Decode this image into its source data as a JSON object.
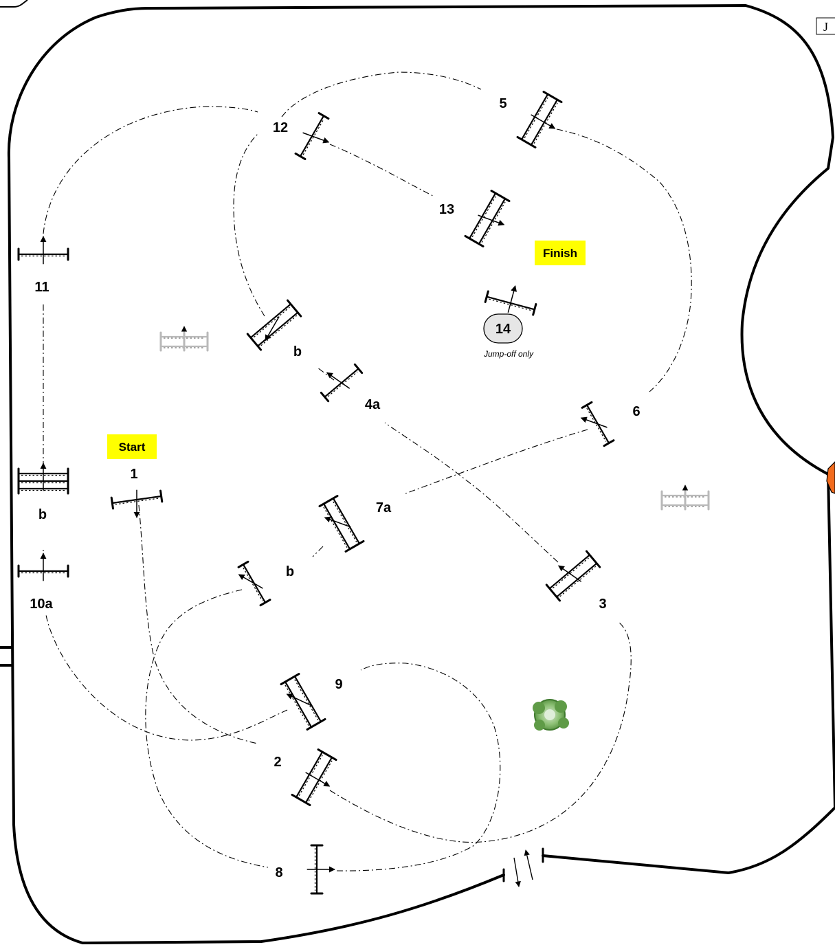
{
  "corner_label": "J",
  "start_label": "Start",
  "finish_label": "Finish",
  "jump_off": {
    "number": "14",
    "note": "Jump-off only"
  },
  "obstacles": [
    {
      "id": "1",
      "label": "1",
      "kind": "vertical"
    },
    {
      "id": "2",
      "label": "2",
      "kind": "oxer"
    },
    {
      "id": "3",
      "label": "3",
      "kind": "oxer"
    },
    {
      "id": "4a",
      "label": "4a",
      "kind": "vertical"
    },
    {
      "id": "4b",
      "label": "b",
      "kind": "oxer"
    },
    {
      "id": "5",
      "label": "5",
      "kind": "oxer"
    },
    {
      "id": "6",
      "label": "6",
      "kind": "vertical"
    },
    {
      "id": "7a",
      "label": "7a",
      "kind": "oxer"
    },
    {
      "id": "7b",
      "label": "b",
      "kind": "vertical"
    },
    {
      "id": "8",
      "label": "8",
      "kind": "vertical"
    },
    {
      "id": "9",
      "label": "9",
      "kind": "oxer"
    },
    {
      "id": "10a",
      "label": "10a",
      "kind": "vertical"
    },
    {
      "id": "10b",
      "label": "b",
      "kind": "triple-bar"
    },
    {
      "id": "11",
      "label": "11",
      "kind": "vertical"
    },
    {
      "id": "12",
      "label": "12",
      "kind": "vertical"
    },
    {
      "id": "13",
      "label": "13",
      "kind": "oxer"
    },
    {
      "id": "14",
      "label": "14",
      "kind": "vertical"
    }
  ],
  "colors": {
    "label_highlight": "#ffff00",
    "tree_green": "#6aa84f",
    "gate_orange": "#f26b1d",
    "spare_fence_gray": "#b9b9b9",
    "jumpoff_circle": "#e6e6e6"
  },
  "icons": [
    "tree-icon",
    "gate-icon",
    "entrance-icon",
    "arrow-icon"
  ]
}
